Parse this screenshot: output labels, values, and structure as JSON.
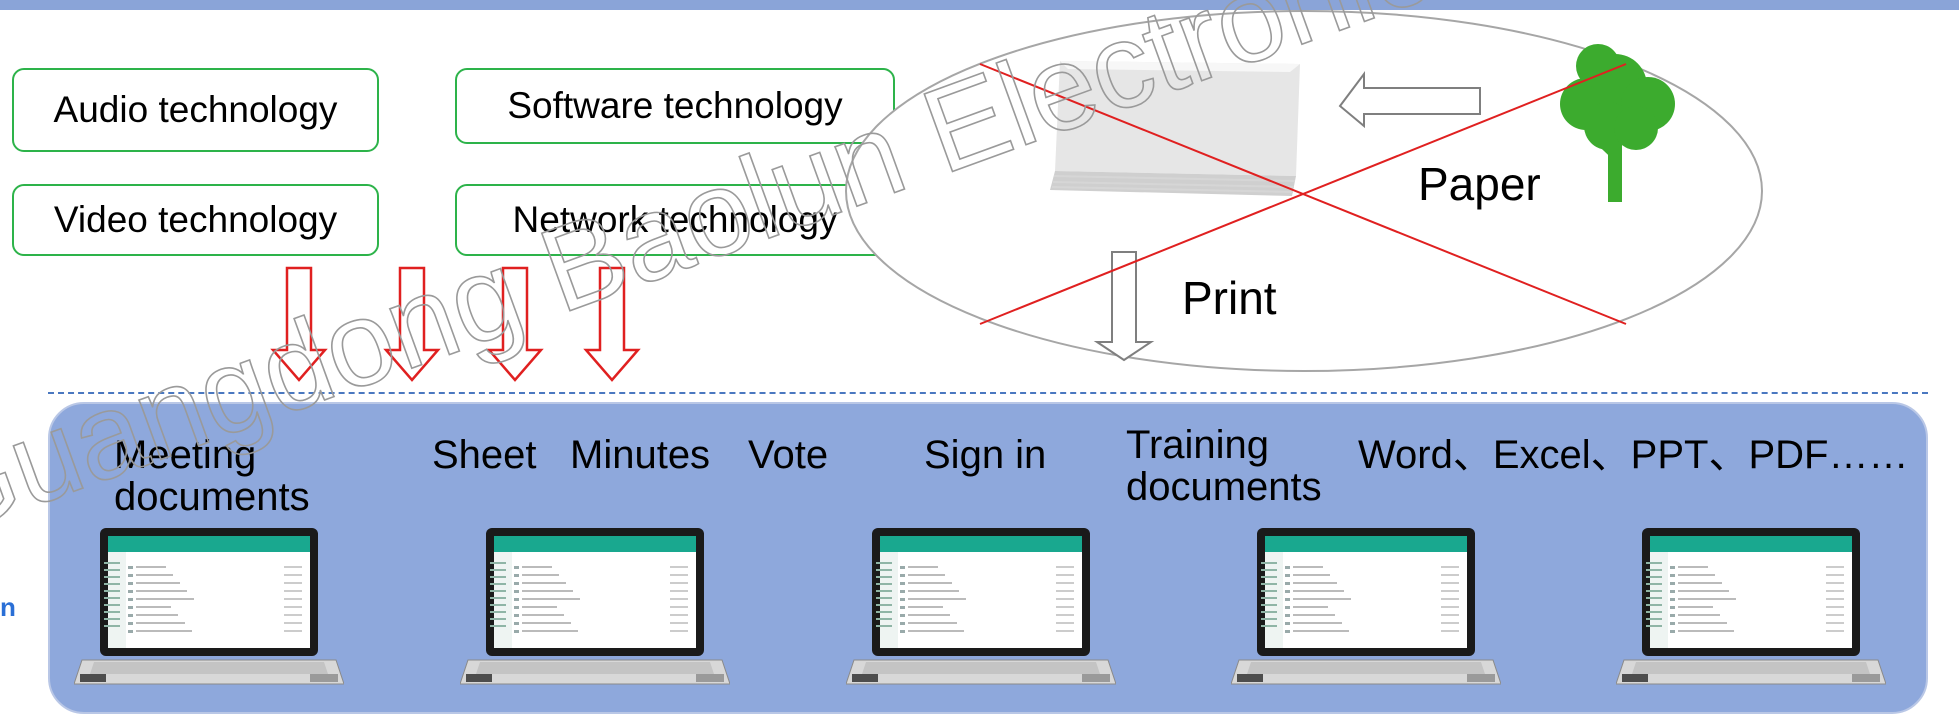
{
  "colors": {
    "top_bar": "#8aa4d8",
    "panel_fill": "#8ea8dc",
    "box_border": "#2db34a",
    "arrow_red": "#e02020",
    "cross_red": "#e02020",
    "tree_green": "#3cab2e",
    "side_text": "#2a6fd6"
  },
  "technologies": [
    {
      "label": "Audio technology"
    },
    {
      "label": "Software technology"
    },
    {
      "label": "Video technology"
    },
    {
      "label": "Network technology"
    }
  ],
  "paper_label": "Paper",
  "print_label": "Print",
  "doc_types": [
    {
      "label": "Meeting documents"
    },
    {
      "label": "Sheet"
    },
    {
      "label": "Minutes"
    },
    {
      "label": "Vote"
    },
    {
      "label": "Sign in"
    },
    {
      "label": "Training documents"
    },
    {
      "label": "Word、Excel、PPT、PDF……"
    }
  ],
  "watermark": "Guangdong Baolun Electronics Co., Ltd.",
  "side_text": "n",
  "icons": [
    "paper-stack-image",
    "tree-icon",
    "laptop-icon"
  ]
}
